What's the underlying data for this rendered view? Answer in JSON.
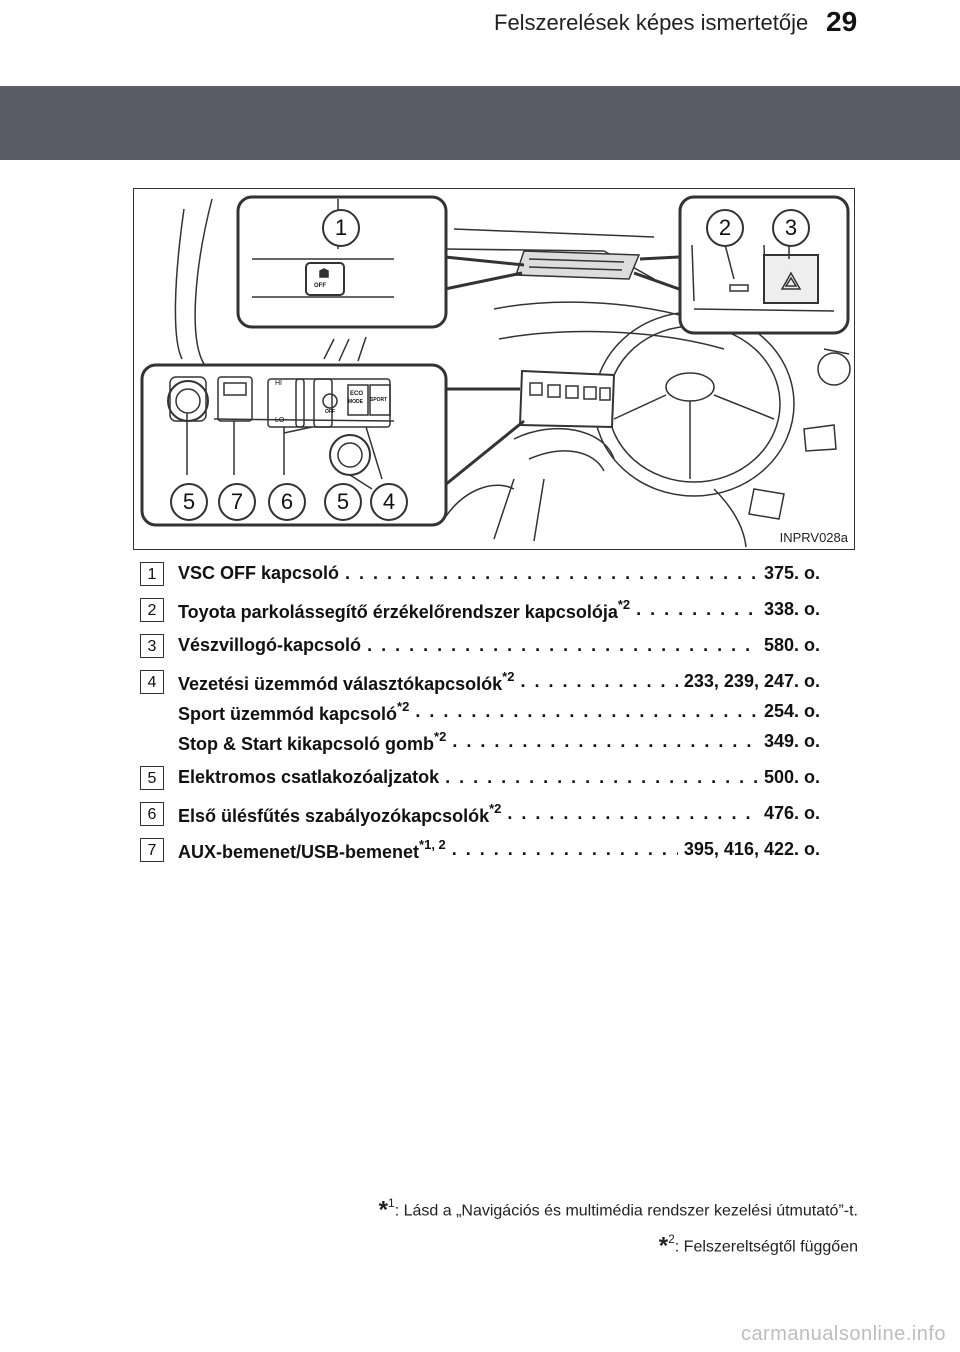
{
  "header": {
    "title": "Felszerelések képes ismertetője",
    "page_number": "29"
  },
  "figure": {
    "code": "INPRV028a"
  },
  "callouts": {
    "c1": "1",
    "c2": "2",
    "c3": "3",
    "c5a": "5",
    "c7": "7",
    "c6": "6",
    "c5b": "5",
    "c4": "4"
  },
  "panel_labels": {
    "vsc_off": "OFF",
    "hi": "HI",
    "lo": "LO",
    "eco": "ECO",
    "mode": "MODE",
    "sport": "SPORT",
    "a_off": "OFF"
  },
  "legend": [
    {
      "num": "1",
      "lines": [
        {
          "label": "VSC OFF kapcsoló",
          "sup": "",
          "pages": "375. o."
        }
      ]
    },
    {
      "num": "2",
      "lines": [
        {
          "label": "Toyota parkolássegítő érzékelőrendszer kapcsolója",
          "sup": "*2",
          "pages": "338. o."
        }
      ]
    },
    {
      "num": "3",
      "lines": [
        {
          "label": "Vészvillogó-kapcsoló",
          "sup": "",
          "pages": "580. o."
        }
      ]
    },
    {
      "num": "4",
      "lines": [
        {
          "label": "Vezetési üzemmód választókapcsolók",
          "sup": "*2",
          "pages": "233, 239, 247. o."
        },
        {
          "label": "Sport üzemmód kapcsoló",
          "sup": "*2",
          "pages": "254. o."
        },
        {
          "label": "Stop & Start kikapcsoló gomb",
          "sup": "*2",
          "pages": "349. o."
        }
      ]
    },
    {
      "num": "5",
      "lines": [
        {
          "label": "Elektromos csatlakozóaljzatok",
          "sup": "",
          "pages": "500. o."
        }
      ]
    },
    {
      "num": "6",
      "lines": [
        {
          "label": "Első ülésfűtés szabályozókapcsolók",
          "sup": "*2",
          "pages": "476. o."
        }
      ]
    },
    {
      "num": "7",
      "lines": [
        {
          "label": "AUX-bemenet/USB-bemenet",
          "sup": "*1, 2",
          "pages": "395, 416, 422. o."
        }
      ]
    }
  ],
  "footnotes": [
    {
      "mark": "*",
      "sup": "1",
      "text": ": Lásd a „Navigációs és multimédia rendszer kezelési útmutató”-t."
    },
    {
      "mark": "*",
      "sup": "2",
      "text": ": Felszereltségtől függően"
    }
  ],
  "watermark": "carmanualsonline.info"
}
